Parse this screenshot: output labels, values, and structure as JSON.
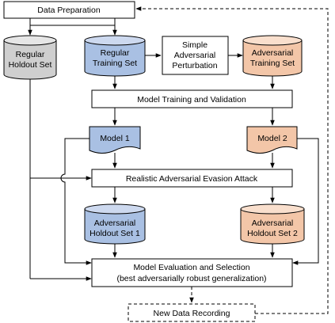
{
  "nodes": {
    "data_preparation": "Data Preparation",
    "regular_holdout": [
      "Regular",
      "Holdout Set"
    ],
    "regular_training": [
      "Regular",
      "Training Set"
    ],
    "simple_perturbation": [
      "Simple",
      "Adversarial",
      "Perturbation"
    ],
    "adversarial_training": [
      "Adversarial",
      "Training Set"
    ],
    "model_training": "Model Training and Validation",
    "model_1": "Model 1",
    "model_2": "Model 2",
    "evasion_attack": "Realistic Adversarial Evasion Attack",
    "adversarial_holdout_1": [
      "Adversarial",
      "Holdout Set 1"
    ],
    "adversarial_holdout_2": [
      "Adversarial",
      "Holdout Set 2"
    ],
    "evaluation": [
      "Model Evaluation and Selection",
      "(best adversarially robust generalization)"
    ],
    "new_data_recording": "New Data Recording"
  },
  "colors": {
    "gray_fill": "#cfcfcf",
    "gray_top": "#e6e6e6",
    "blue_fill": "#a9c0e3",
    "blue_top": "#cdd9ef",
    "orange_fill": "#f3c6a8",
    "orange_top": "#f9dfcd",
    "stroke": "#000000"
  }
}
